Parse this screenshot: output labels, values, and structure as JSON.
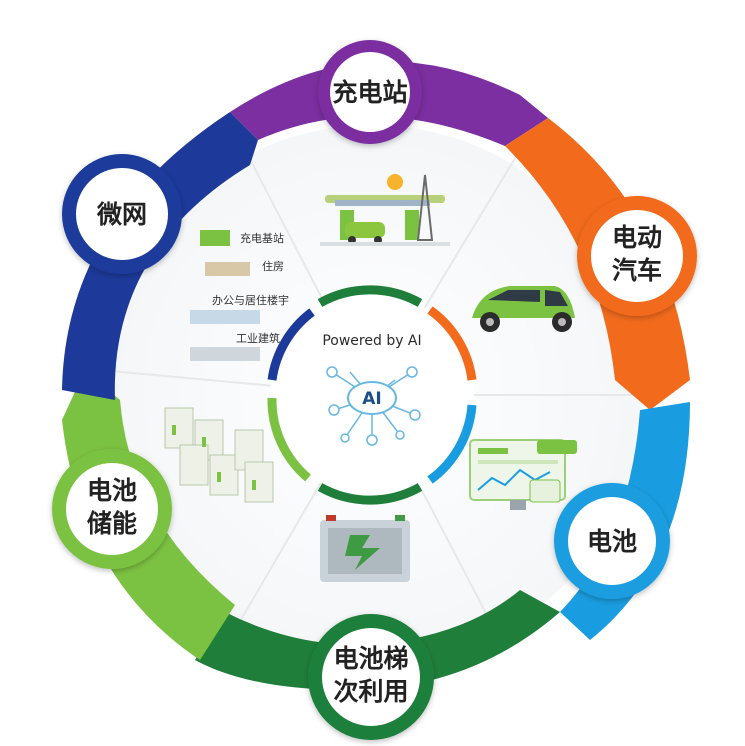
{
  "center": {
    "caption": "Powered by AI",
    "badge": "AI"
  },
  "nodes": [
    {
      "id": "charging-station",
      "lines": [
        "充电站"
      ],
      "color": "#7b2fa0"
    },
    {
      "id": "electric-vehicle",
      "lines": [
        "电动",
        "汽车"
      ],
      "color": "#f26b1d"
    },
    {
      "id": "battery",
      "lines": [
        "电池"
      ],
      "color": "#1a9de0"
    },
    {
      "id": "battery-echelon-use",
      "lines": [
        "电池梯",
        "次利用"
      ],
      "color": "#1f7f3a"
    },
    {
      "id": "battery-storage",
      "lines": [
        "电池",
        "储能"
      ],
      "color": "#7cc242"
    },
    {
      "id": "microgrid",
      "lines": [
        "微网"
      ],
      "color": "#1d3a9a"
    }
  ],
  "microgrid_items": [
    "充电基站",
    "住房",
    "办公与居住楼宇",
    "工业建筑"
  ],
  "colors": {
    "purple": "#7b2fa0",
    "orange": "#f26b1d",
    "blue": "#1a9de0",
    "dark_green": "#1f7f3a",
    "light_green": "#7cc242",
    "navy": "#1d3a9a",
    "ai_line": "#66b8e0"
  }
}
